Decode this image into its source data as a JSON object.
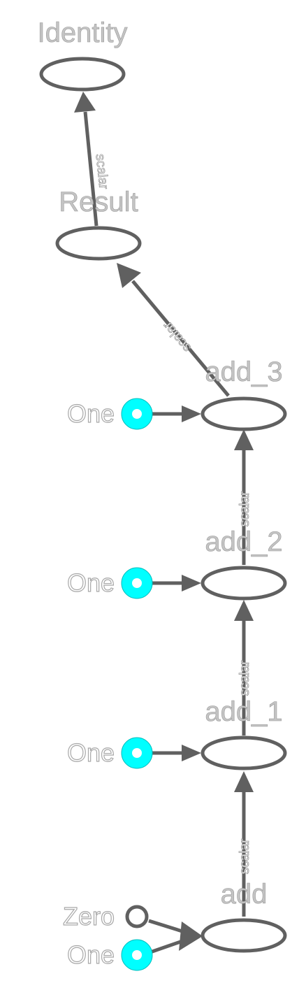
{
  "colors": {
    "op_stroke": "#606060",
    "const_fill": "#00ffff",
    "label_color": "#c4c4c4"
  },
  "nodes": {
    "identity": "Identity",
    "result": "Result",
    "add_3": "add_3",
    "add_2": "add_2",
    "add_1": "add_1",
    "add": "add"
  },
  "constants": {
    "one_3": "One",
    "one_2": "One",
    "one_1": "One",
    "zero": "Zero",
    "one_0": "One"
  },
  "edge_labels": {
    "result_to_identity": "scalar",
    "add_3_to_result": "scalar",
    "add_2_to_add_3": "scalar",
    "add_1_to_add_2": "scalar",
    "add_to_add_1": "scalar"
  }
}
